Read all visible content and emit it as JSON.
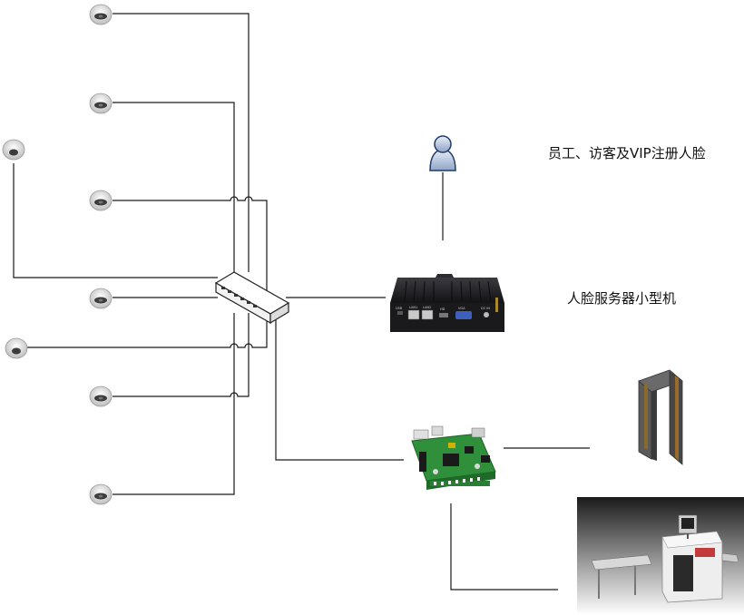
{
  "labels": {
    "face_registration": "员工、访客及VIP注册人脸",
    "face_server": "人脸服务器小型机"
  },
  "device_labels": {
    "lan1": "LAN1",
    "lan2": "LAN2",
    "hdmi": "HD",
    "vga": "VGA",
    "dc": "DC IN",
    "usb": "USB"
  },
  "colors": {
    "line": "#1a1a1a",
    "camera_body": "#f0f0f0",
    "camera_lens": "#3c3c3c",
    "switch_body": "#ffffff",
    "server_body": "#1f1f23",
    "pcb": "#2f8f3a",
    "metal_detector": "#4a4a4a",
    "xray": "#e6e6e6"
  },
  "icons": {
    "camera": "dome-camera-icon",
    "person": "person-icon",
    "switch": "network-switch-icon",
    "server": "mini-pc-icon",
    "controller": "controller-board-icon",
    "gate": "metal-detector-gate-icon",
    "scanner": "xray-scanner-icon"
  }
}
